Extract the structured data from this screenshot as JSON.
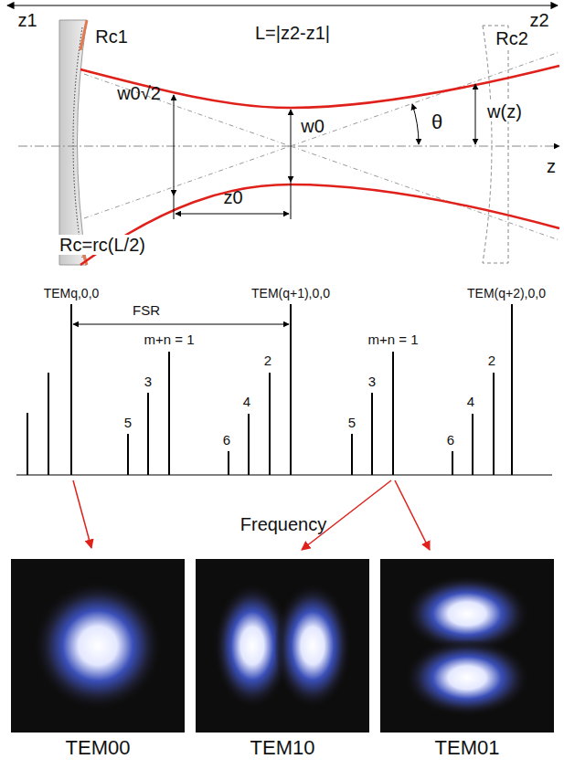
{
  "diagram": {
    "nodes": [
      {
        "text": [
          "TEM00"
        ]
      },
      {
        "text": [
          "TEM10"
        ]
      },
      {
        "text": [
          "TEM01"
        ]
      }
    ],
    "labels": [
      "z1",
      "z2",
      "L=|z2-z1|",
      "Rc1",
      "Rc2",
      "w0√2",
      "w0",
      "θ",
      "w(z)",
      "z",
      "z0",
      "Rc=rc(L/2)",
      "TEMq,0,0",
      "TEM(q+1),0,0",
      "TEM(q+2),0,0",
      "FSR",
      "m+n = 1",
      "3",
      "5",
      "2",
      "4",
      "6",
      "m+n = 1",
      "3",
      "5",
      "2",
      "4",
      "6",
      "Frequency"
    ]
  }
}
